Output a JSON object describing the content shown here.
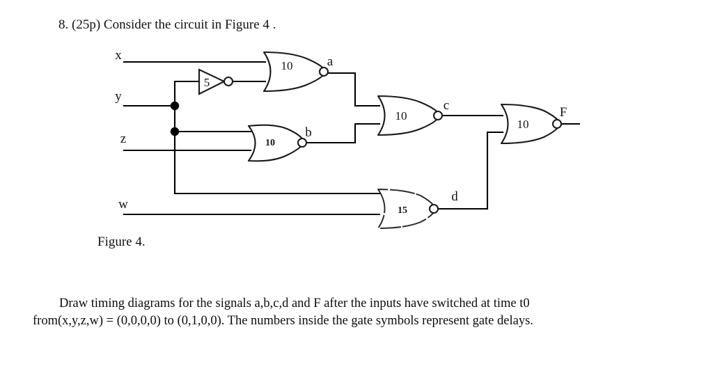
{
  "question": {
    "stem": "8. (25p) Consider the circuit in Figure 4 ."
  },
  "figure": {
    "caption": "Figure 4.",
    "inputs": [
      {
        "name": "x",
        "label": "x"
      },
      {
        "name": "y",
        "label": "y"
      },
      {
        "name": "z",
        "label": "z"
      },
      {
        "name": "w",
        "label": "w"
      }
    ],
    "nodes": [
      {
        "name": "a",
        "label": "a"
      },
      {
        "name": "b",
        "label": "b"
      },
      {
        "name": "c",
        "label": "c"
      },
      {
        "name": "d",
        "label": "d"
      },
      {
        "name": "F",
        "label": "F"
      }
    ],
    "gates": [
      {
        "id": "inverter",
        "type": "inverter",
        "delay": "5",
        "output": "",
        "inputs": [
          "y"
        ]
      },
      {
        "id": "gate-a",
        "type": "nor",
        "delay": "10",
        "output": "a",
        "inputs": [
          "x",
          "not-y"
        ]
      },
      {
        "id": "gate-b",
        "type": "nor",
        "delay": "10",
        "output": "b",
        "inputs": [
          "y",
          "z"
        ]
      },
      {
        "id": "gate-c",
        "type": "nor",
        "delay": "10",
        "output": "c",
        "inputs": [
          "a",
          "b"
        ]
      },
      {
        "id": "gate-d",
        "type": "nor",
        "delay": "15",
        "output": "d",
        "inputs": [
          "y",
          "w"
        ]
      },
      {
        "id": "gate-f",
        "type": "nor",
        "delay": "10",
        "output": "F",
        "inputs": [
          "c",
          "d"
        ]
      }
    ],
    "delays": {
      "inverter": "5",
      "gate_a": "10",
      "gate_b": "10",
      "gate_c": "10",
      "gate_d": "15",
      "gate_f": "10"
    },
    "colors": {
      "wire": "#000000",
      "gate_outline": "#1a1a1a",
      "text": "#111111"
    }
  },
  "task": {
    "line1": "Draw timing diagrams for the signals a,b,c,d and F after the inputs have switched at time t0",
    "line2": "from(x,y,z,w) = (0,0,0,0) to (0,1,0,0). The numbers inside the gate symbols represent gate delays."
  }
}
